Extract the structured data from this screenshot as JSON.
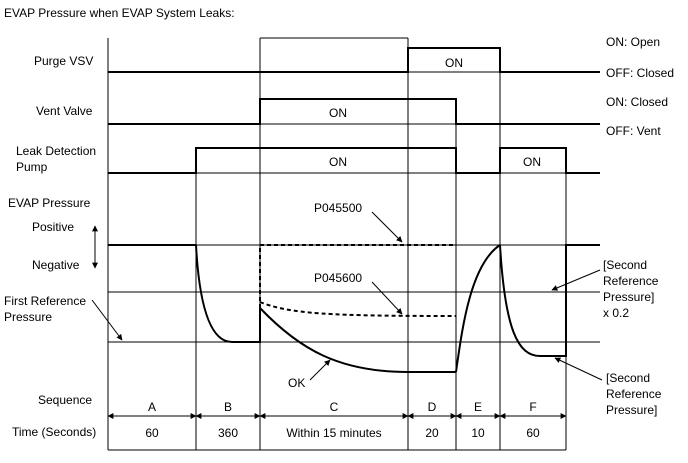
{
  "title": "EVAP Pressure when EVAP System Leaks:",
  "rows": {
    "purge_vsv": "Purge VSV",
    "vent_valve": "Vent Valve",
    "leak_pump_line1": "Leak Detection",
    "leak_pump_line2": "Pump",
    "evap_pressure": "EVAP Pressure",
    "positive": "Positive",
    "negative": "Negative",
    "first_ref_line1": "First Reference",
    "first_ref_line2": "Pressure",
    "sequence": "Sequence",
    "time": "Time (Seconds)"
  },
  "right_labels": {
    "purge_on": "ON: Open",
    "purge_off": "OFF: Closed",
    "vent_on": "ON: Closed",
    "vent_off": "OFF: Vent"
  },
  "on_label": "ON",
  "annotations": {
    "code_upper": "P045500",
    "code_lower": "P045600",
    "ok": "OK",
    "second_ref_ratio_line1": "[Second",
    "second_ref_ratio_line2": "Reference",
    "second_ref_ratio_line3": "Pressure]",
    "second_ref_ratio_line4": "x 0.2",
    "second_ref_line1": "[Second",
    "second_ref_line2": "Reference",
    "second_ref_line3": "Pressure]"
  },
  "sequence": [
    {
      "step": "A",
      "time": "60"
    },
    {
      "step": "B",
      "time": "360"
    },
    {
      "step": "C",
      "time": "Within 15 minutes"
    },
    {
      "step": "D",
      "time": "20"
    },
    {
      "step": "E",
      "time": "10"
    },
    {
      "step": "F",
      "time": "60"
    }
  ]
}
